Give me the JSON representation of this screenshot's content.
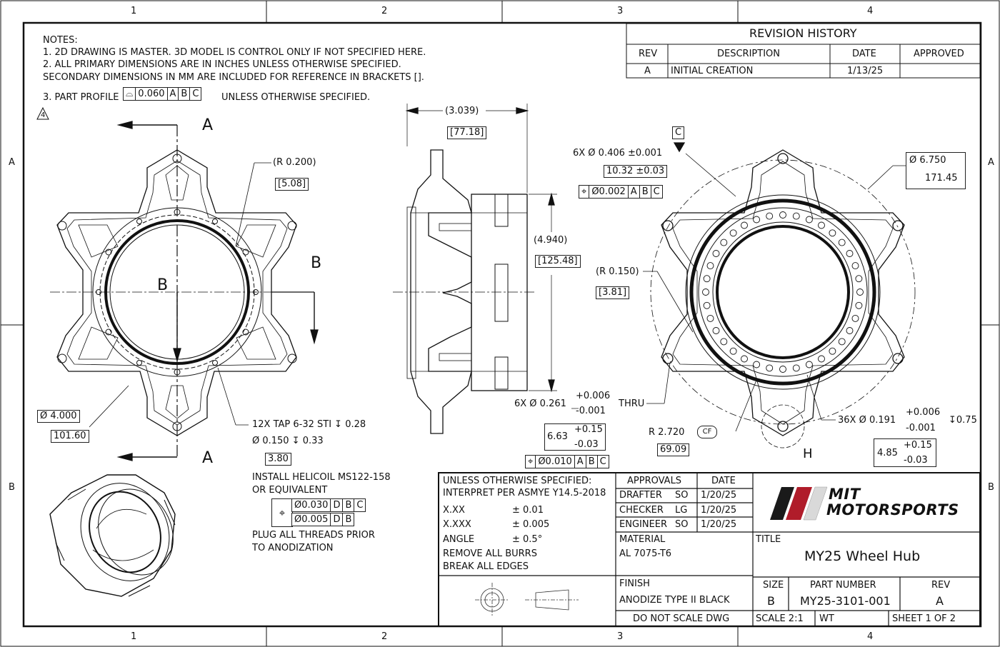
{
  "zones": {
    "top": [
      "1",
      "2",
      "3",
      "4"
    ],
    "bottom": [
      "1",
      "2",
      "3",
      "4"
    ],
    "left": [
      "A",
      "B"
    ],
    "right": [
      "A",
      "B"
    ]
  },
  "notes": {
    "heading": "NOTES:",
    "n1": "1. 2D DRAWING IS MASTER. 3D MODEL IS CONTROL ONLY IF NOT SPECIFIED HERE.",
    "n2": "2. ALL PRIMARY DIMENSIONS ARE IN INCHES UNLESS OTHERWISE SPECIFIED.",
    "n2b": "SECONDARY DIMENSIONS IN MM ARE INCLUDED FOR REFERENCE IN BRACKETS [].",
    "n3_pre": "3. PART PROFILE",
    "n3_fcf": [
      "⌓",
      "0.060",
      "A",
      "B",
      "C"
    ],
    "n3_post": "UNLESS OTHERWISE SPECIFIED.",
    "flag": "4"
  },
  "revision": {
    "title": "REVISION HISTORY",
    "headers": [
      "REV",
      "DESCRIPTION",
      "DATE",
      "APPROVED"
    ],
    "rows": [
      [
        "A",
        "INITIAL CREATION",
        "1/13/25",
        ""
      ]
    ]
  },
  "front_view": {
    "section_a_top": "A",
    "section_a_bottom": "A",
    "section_b_left": "B",
    "section_b_right": "B",
    "r_in": "(R 0.200)",
    "r_mm": "[5.08]",
    "dia_in": "Ø 4.000",
    "dia_mm": "101.60",
    "tap1": "12X TAP 6-32 STI ↧ 0.28",
    "tap2": "Ø 0.150  ↧ 0.33",
    "tap3": "3.80",
    "install1": "INSTALL HELICOIL MS122-158",
    "install2": "OR EQUIVALENT",
    "fcf1": [
      "⌖",
      "Ø0.030",
      "D",
      "B",
      "C"
    ],
    "fcf2": [
      "Ø0.005",
      "D",
      "B"
    ],
    "plug1": "PLUG ALL THREADS PRIOR",
    "plug2": "TO ANODIZATION"
  },
  "side_view": {
    "w_in": "(3.039)",
    "w_mm": "[77.18]",
    "h_in": "(4.940)",
    "h_mm": "[125.48]",
    "hole": "6X  Ø 0.261",
    "hole_tol_p": "+0.006",
    "hole_tol_m": "-0.001",
    "hole_mm": "6.63",
    "hole_mm_p": "+0.15",
    "hole_mm_m": "-0.03",
    "fcf": [
      "⌖",
      "Ø0.010",
      "A",
      "B",
      "C"
    ]
  },
  "right_view": {
    "datum": "C",
    "bolt": "6X  Ø 0.406  ±0.001",
    "bolt_mm": "10.32  ±0.03",
    "bolt_fcf": [
      "⌖",
      "Ø0.002",
      "A",
      "B",
      "C"
    ],
    "od_in": "Ø 6.750",
    "od_mm": "171.45",
    "r_in": "(R 0.150)",
    "r_mm": "[3.81]",
    "thru": "THRU",
    "r2": "R 2.720",
    "cf": "CF",
    "r2_mm": "69.09",
    "holes": "36X  Ø 0.191",
    "holes_p": "+0.006",
    "holes_m": "-0.001",
    "depth": "↧0.75",
    "holes_mm": "4.85",
    "holes_mm_p": "+0.15",
    "holes_mm_m": "-0.03",
    "detail": "H"
  },
  "tolerances": {
    "line1": "UNLESS OTHERWISE SPECIFIED:",
    "line2": "INTERPRET PER ASMYE Y14.5-2018",
    "rows": [
      [
        "X.XX",
        "± 0.01"
      ],
      [
        "X.XXX",
        "± 0.005"
      ],
      [
        "ANGLE",
        "± 0.5°"
      ]
    ],
    "burr1": "REMOVE ALL BURRS",
    "burr2": "BREAK ALL EDGES"
  },
  "approvals": {
    "headers": [
      "APPROVALS",
      "DATE"
    ],
    "rows": [
      [
        "DRAFTER",
        "SO",
        "1/20/25"
      ],
      [
        "CHECKER",
        "LG",
        "1/20/25"
      ],
      [
        "ENGINEER",
        "SO",
        "1/20/25"
      ]
    ],
    "material_label": "MATERIAL",
    "material": "AL 7075-T6",
    "finish_label": "FINISH",
    "finish": "ANODIZE TYPE II BLACK",
    "dnsd": "DO NOT SCALE DWG"
  },
  "title_block": {
    "logo1": "MIT",
    "logo2": "MOTORSPORTS",
    "title_label": "TITLE",
    "title": "MY25 Wheel Hub",
    "size_label": "SIZE",
    "size": "B",
    "pn_label": "PART NUMBER",
    "pn": "MY25-3101-001",
    "rev_label": "REV",
    "rev": "A",
    "scale": "SCALE 2:1",
    "wt": "WT",
    "sheet": "SHEET 1 OF 2"
  },
  "colors": {
    "line": "#111111",
    "logo_red": "#b01c2a",
    "logo_dark": "#1a1a1a",
    "logo_gray": "#d9d9d9"
  }
}
